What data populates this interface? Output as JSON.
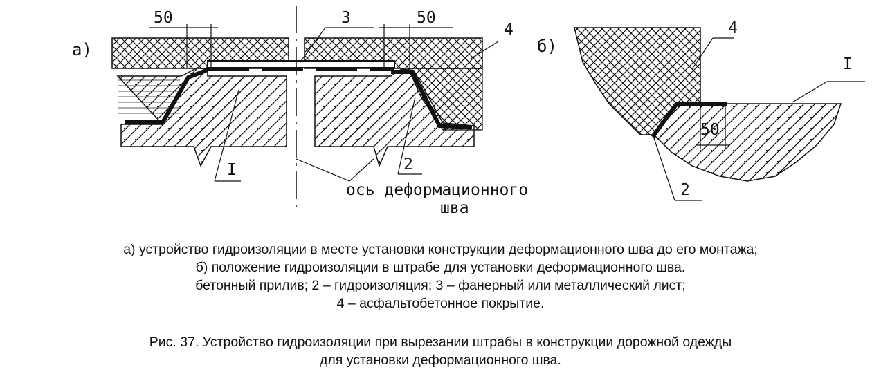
{
  "diagram": {
    "panel_a_label": "а)",
    "panel_b_label": "б)",
    "labels": {
      "a_50_left": "50",
      "a_50_right": "50",
      "a_3": "3",
      "a_4": "4",
      "a_1": "I",
      "a_2": "2",
      "axis_line1": "ось деформационного",
      "axis_line2": "шва",
      "b_4": "4",
      "b_1": "I",
      "b_50": "50",
      "b_2": "2"
    }
  },
  "legend": {
    "line1": "а) устройство гидроизоляции в месте установки конструкции деформационного шва до его монтажа;",
    "line2": "б) положение гидроизоляции в штрабе для установки деформационного шва.",
    "line3": "бетонный прилив; 2 – гидроизоляция; 3 – фанерный или металлический лист;",
    "line4": "4 – асфальтобетонное покрытие."
  },
  "figure_caption": {
    "line1": "Рис. 37. Устройство гидроизоляции при вырезании штрабы в конструкции дорожной одежды",
    "line2": "для установки деформационного шва."
  }
}
